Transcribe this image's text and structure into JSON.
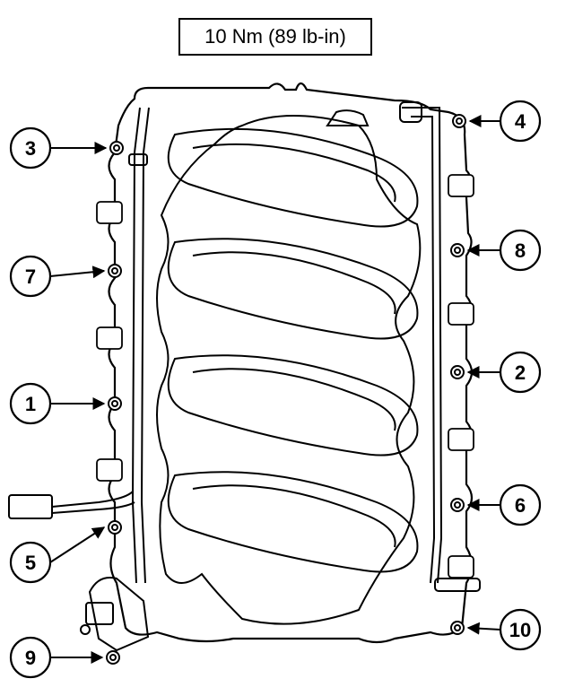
{
  "spec": {
    "torque": "10 Nm (89 lb-in)"
  },
  "callouts": [
    {
      "label": "1",
      "bolt": 1
    },
    {
      "label": "2",
      "bolt": 2
    },
    {
      "label": "3",
      "bolt": 3
    },
    {
      "label": "4",
      "bolt": 4
    },
    {
      "label": "5",
      "bolt": 5
    },
    {
      "label": "6",
      "bolt": 6
    },
    {
      "label": "7",
      "bolt": 7
    },
    {
      "label": "8",
      "bolt": 8
    },
    {
      "label": "9",
      "bolt": 9
    },
    {
      "label": "10",
      "bolt": 10
    }
  ],
  "colors": {
    "line": "#000000",
    "background": "#ffffff"
  }
}
